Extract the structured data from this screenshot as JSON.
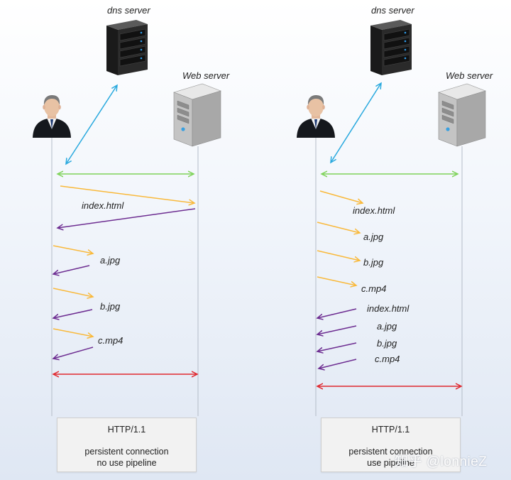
{
  "panels": [
    {
      "dns_label": "dns server",
      "web_label": "Web server",
      "labels": [
        "index.html",
        "a.jpg",
        "b.jpg",
        "c.mp4"
      ],
      "box": {
        "title": "HTTP/1.1",
        "line1": "persistent connection",
        "line2": "no use pipeline"
      }
    },
    {
      "dns_label": "dns server",
      "web_label": "Web server",
      "request_labels": [
        "index.html",
        "a.jpg",
        "b.jpg",
        "c.mp4"
      ],
      "response_labels": [
        "index.html",
        "a.jpg",
        "b.jpg",
        "c.mp4"
      ],
      "box": {
        "title": "HTTP/1.1",
        "line1": "persistent connection",
        "line2": "use pipeline"
      }
    }
  ],
  "watermark": "知乎 @lonnieZ",
  "colors": {
    "dns_arrow": "#29a9de",
    "tcp_open": "#7fd35a",
    "request": "#f9b93b",
    "response": "#6d2d91",
    "tcp_close": "#e0282f"
  }
}
